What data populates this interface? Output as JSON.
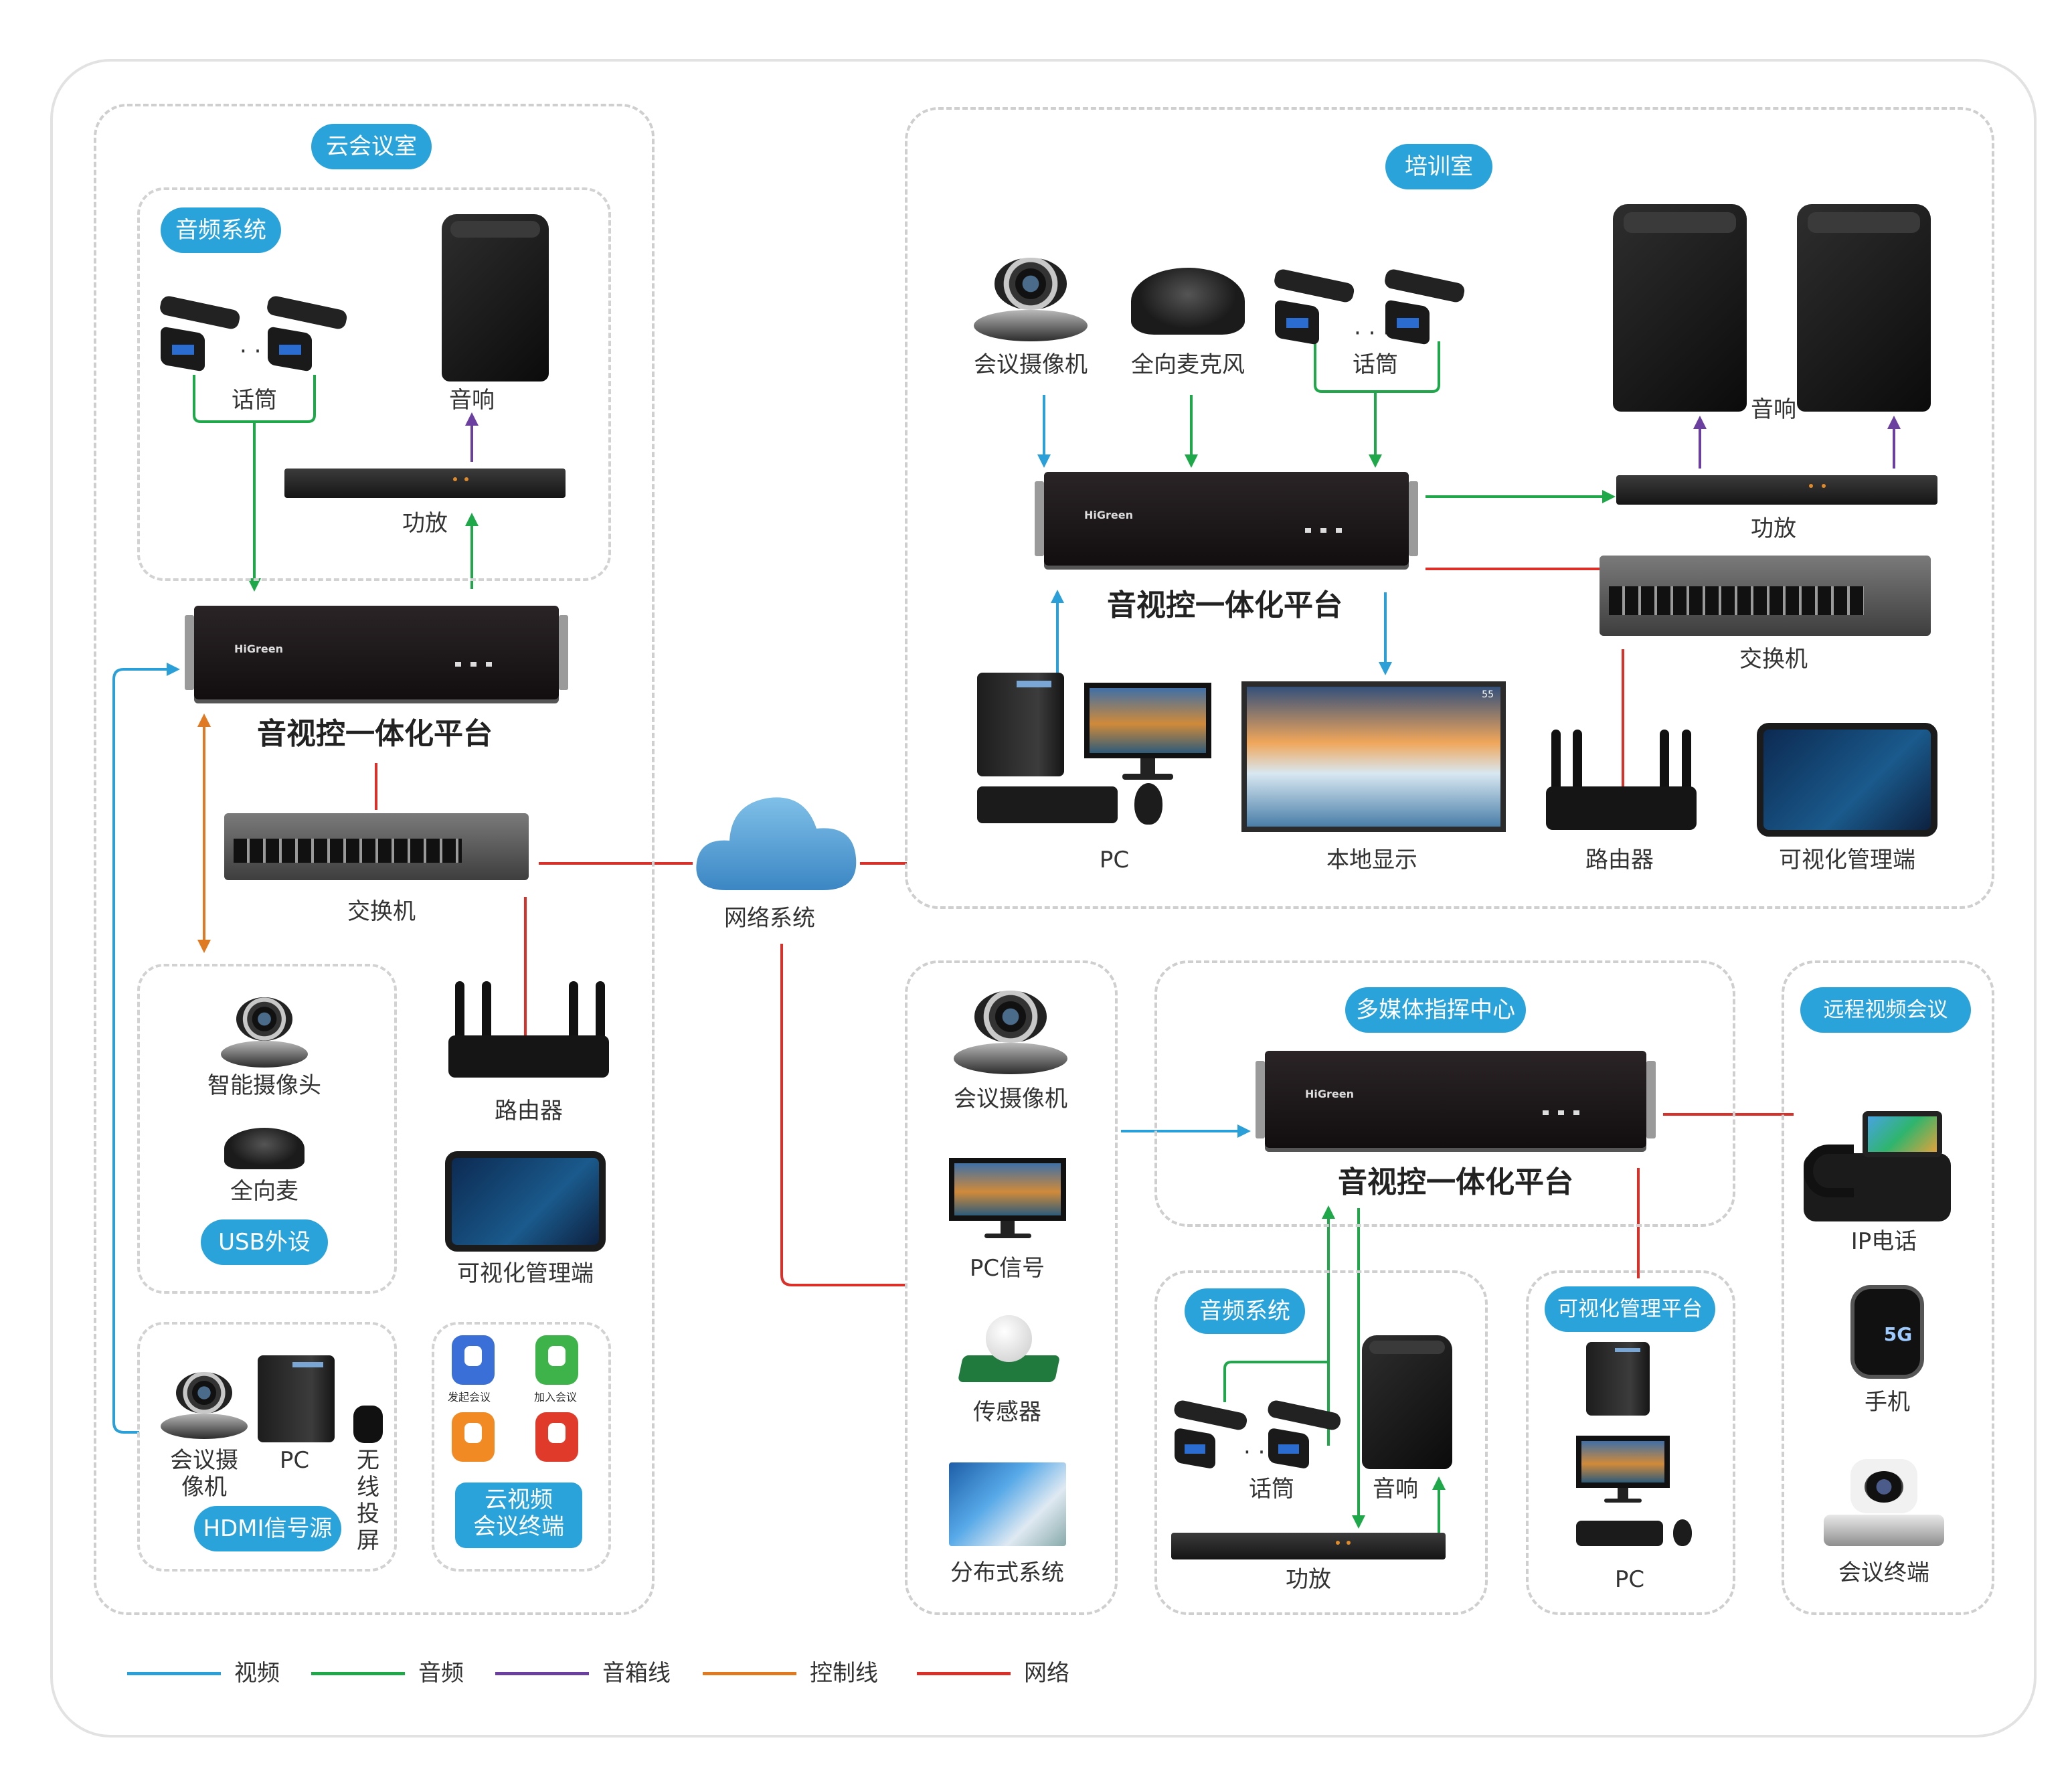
{
  "zones": {
    "cloud_room": "云会议室",
    "audio_system_1": "音频系统",
    "training_room": "培训室",
    "multimedia_center": "多媒体指挥中心",
    "remote_video": "远程视频会议",
    "audio_system_2": "音频系统",
    "visual_mgmt_platform": "可视化管理平台",
    "usb_peripherals": "USB外设",
    "hdmi_source": "HDMI信号源",
    "cloud_terminal": "云视频\n会议终端"
  },
  "labels": {
    "mic": "话筒",
    "speaker": "音响",
    "amplifier": "功放",
    "platform": "音视控一体化平台",
    "switch": "交换机",
    "router": "路由器",
    "smart_camera": "智能摄像头",
    "omni_mic_short": "全向麦",
    "visual_terminal": "可视化管理端",
    "meeting_camera_split": "会议摄\n像机",
    "pc": "PC",
    "wireless_cast": "无\n线\n投\n屏",
    "app_start": "发起会议",
    "app_join": "加入会议",
    "network_system": "网络系统",
    "meeting_camera": "会议摄像机",
    "omni_mic": "全向麦克风",
    "local_display": "本地显示",
    "pc_signal": "PC信号",
    "sensor": "传感器",
    "distributed": "分布式系统",
    "ip_phone": "IP电话",
    "mobile": "手机",
    "meeting_terminal": "会议终端",
    "brand": "HiGreen",
    "ellipsis": "· · ·",
    "tv_size": "55"
  },
  "legend": [
    {
      "label": "视频",
      "color": "#2a9fd8"
    },
    {
      "label": "音频",
      "color": "#1fa84a"
    },
    {
      "label": "音箱线",
      "color": "#6b3fa0"
    },
    {
      "label": "控制线",
      "color": "#e07a22"
    },
    {
      "label": "网络",
      "color": "#d9302a"
    }
  ],
  "colors": {
    "video": "#2a9fd8",
    "audio": "#1fa84a",
    "speaker_line": "#6b3fa0",
    "control": "#e07a22",
    "network": "#d9302a",
    "pill": "#2aa3db"
  }
}
